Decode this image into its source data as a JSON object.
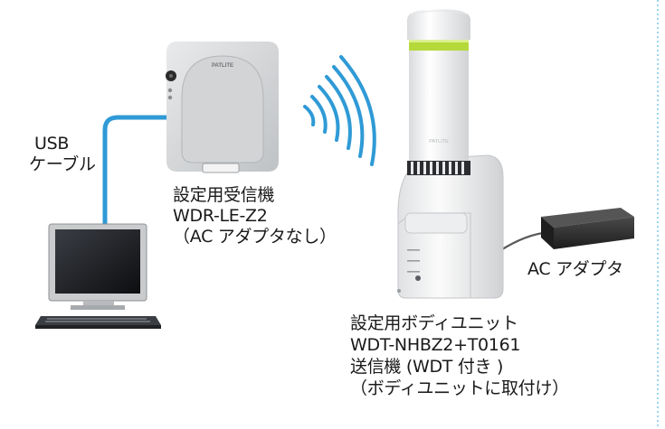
{
  "colors": {
    "usb_cable": "#2f9ad6",
    "wireless_waves": "#2f9ad6",
    "border_dotted": "#5cb6e4",
    "receiver_body": "#d6d8da",
    "tower_white": "#f4f5f6",
    "signal_ring": "#b5d93b",
    "adapter_black": "#262626"
  },
  "icons": {
    "receiver": "receiver-device-icon",
    "computer": "desktop-computer-icon",
    "signal": "wireless-signal-icon",
    "tower": "signal-tower-icon",
    "adapter": "ac-adapter-icon"
  },
  "device_marks": {
    "receiver_brand": "PATLITE",
    "tower_brand": "PATLITE"
  },
  "labels": {
    "usb_cable": [
      "USB",
      "ケーブル"
    ],
    "receiver": [
      "設定用受信機",
      "WDR-LE-Z2",
      "（AC アダプタなし）"
    ],
    "ac_adapter": "AC アダプタ",
    "transmitter": [
      "設定用ボディユニット",
      "WDT-NHBZ2+T0161",
      "送信機 (WDT 付き )",
      "（ボディユニットに取付け）"
    ]
  }
}
